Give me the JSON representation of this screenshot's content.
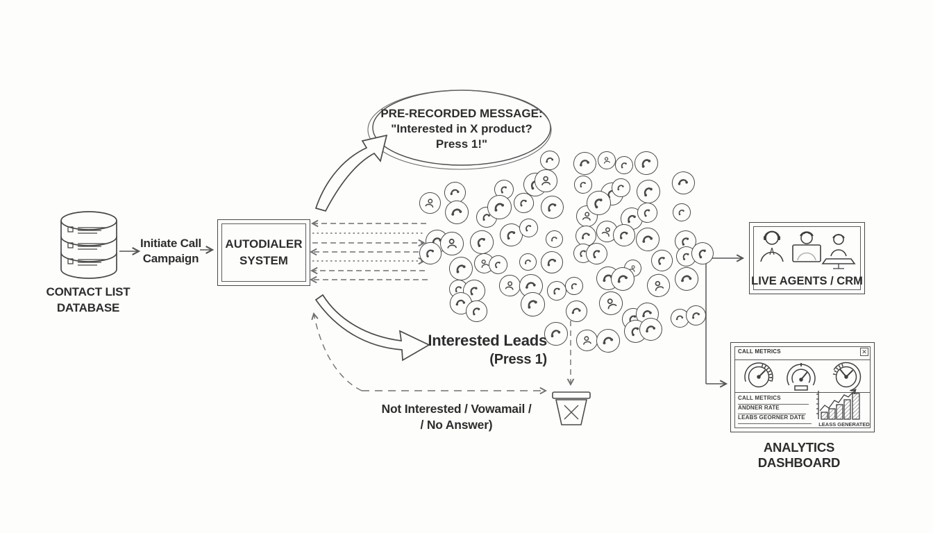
{
  "colors": {
    "ink": "#3f3f3f",
    "soft_gray": "#6f6f6f",
    "paper": "#fdfdfc"
  },
  "database": {
    "line1": "CONTACT LIST",
    "line2": "DATABASE"
  },
  "campaign": {
    "line1": "Initiate Call",
    "line2": "Campaign"
  },
  "autodialer": {
    "line1": "AUTODIALER",
    "line2": "SYSTEM"
  },
  "bubble": {
    "line1": "PRE-RECORDED MESSAGE:",
    "line2": "\"Interested in X product?",
    "line3": "Press 1!\""
  },
  "interested": {
    "line1": "Interested Leads",
    "line2": "(Press 1)"
  },
  "discard": {
    "line1": "Not Interested / Vowamail /",
    "line2": "/ No Answer)"
  },
  "live_agents": {
    "label": "LIVE AGENTS / CRM"
  },
  "dashboard": {
    "title": "CALL METRICS",
    "close": "✕",
    "rows": [
      "CALL METRICS",
      "ANDNER RATE",
      "LEABS GEORNER DATE"
    ],
    "chart_label": "LEASS GENERATED",
    "caption": "ANALYTICS DASHBOARD"
  },
  "cloud": {
    "icon_total": 92,
    "person_every": 6
  },
  "icons": {
    "database": "database-cylinder-icon",
    "phone": "phone-icon",
    "person": "person-icon",
    "trash": "trash-icon",
    "close": "close-icon",
    "agent": "agent-icon",
    "gauge": "gauge-icon",
    "bar_chart": "bar-chart-icon"
  }
}
